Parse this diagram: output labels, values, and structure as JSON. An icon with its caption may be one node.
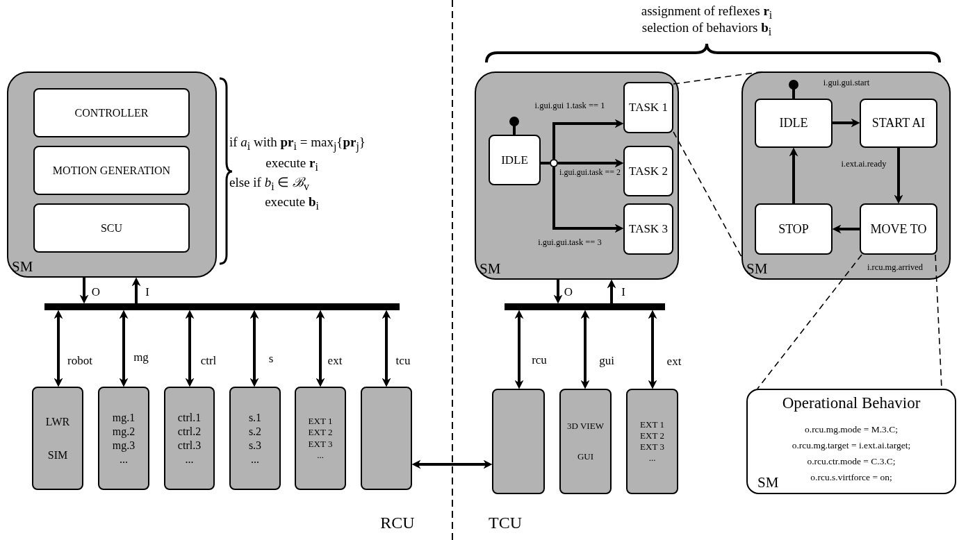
{
  "diagram": {
    "nodes": [
      {
        "text": [
          "SM"
        ]
      },
      {
        "text": [
          "CONTROLLER"
        ],
        "in": 0
      },
      {
        "text": [
          "MOTION GENERATION"
        ],
        "in": 0
      },
      {
        "text": [
          "SCU"
        ],
        "in": 0
      },
      {
        "text": [],
        "shape": "bar"
      },
      {
        "text": [
          "LWR",
          "SIM"
        ]
      },
      {
        "text": [
          "mg.1",
          "mg.2",
          "mg.3",
          "..."
        ]
      },
      {
        "text": [
          "ctrl.1",
          "ctrl.2",
          "ctrl.3",
          "..."
        ]
      },
      {
        "text": [
          "s.1",
          "s.2",
          "s.3",
          "..."
        ]
      },
      {
        "text": [
          "EXT 1",
          "EXT 2",
          "EXT 3",
          "..."
        ]
      },
      {
        "text": [],
        "shape": "box"
      },
      {
        "text": [
          "SM"
        ]
      },
      {
        "text": [
          "IDLE"
        ],
        "in": 11
      },
      {
        "text": [],
        "shape": "circle",
        "in": 11
      },
      {
        "text": [
          "TASK 1"
        ],
        "in": 11
      },
      {
        "text": [
          "TASK 2"
        ],
        "in": 11
      },
      {
        "text": [
          "TASK 3"
        ],
        "in": 11
      },
      {
        "text": [
          "SM"
        ]
      },
      {
        "text": [
          "IDLE"
        ],
        "in": 17
      },
      {
        "text": [
          "START AI"
        ],
        "in": 17
      },
      {
        "text": [
          "STOP"
        ],
        "in": 17
      },
      {
        "text": [
          "MOVE TO"
        ],
        "in": 17
      },
      {
        "text": [],
        "shape": "bar"
      },
      {
        "text": [],
        "shape": "box"
      },
      {
        "text": [
          "3D VIEW",
          "GUI"
        ]
      },
      {
        "text": [
          "EXT 1",
          "EXT 2",
          "EXT 3",
          "..."
        ]
      },
      {
        "text": [
          "Operational Behavior",
          "o.rcu.mg.mode = M.3.C;",
          "o.rcu.mg.target = i.ext.ai.target;",
          "o.rcu.ctr.mode = C.3.C;",
          "o.rcu.s.virtforce = on;",
          "SM"
        ]
      }
    ],
    "edges": [
      {
        "from": 0,
        "to": 4,
        "arrow": "to",
        "label": "O"
      },
      {
        "from": 4,
        "to": 0,
        "arrow": "to",
        "label": "I"
      },
      {
        "from": 4,
        "to": 5,
        "arrow": "both",
        "label": "robot"
      },
      {
        "from": 4,
        "to": 6,
        "arrow": "both",
        "label": "mg"
      },
      {
        "from": 4,
        "to": 7,
        "arrow": "both",
        "label": "ctrl"
      },
      {
        "from": 4,
        "to": 8,
        "arrow": "both",
        "label": "s"
      },
      {
        "from": 4,
        "to": 9,
        "arrow": "both",
        "label": "ext"
      },
      {
        "from": 4,
        "to": 10,
        "arrow": "both",
        "label": "tcu"
      },
      {
        "from": 10,
        "to": 23,
        "arrow": "both"
      },
      {
        "from": 11,
        "to": 22,
        "arrow": "to",
        "label": "O"
      },
      {
        "from": 22,
        "to": 11,
        "arrow": "to",
        "label": "I"
      },
      {
        "from": 22,
        "to": 23,
        "arrow": "both",
        "label": "rcu"
      },
      {
        "from": 22,
        "to": 24,
        "arrow": "both",
        "label": "gui"
      },
      {
        "from": 22,
        "to": 25,
        "arrow": "both",
        "label": "ext"
      },
      {
        "from": 12,
        "to": 13,
        "arrow": "none"
      },
      {
        "from": 13,
        "to": 14,
        "arrow": "to",
        "label": "i.gui.gui 1.task == 1"
      },
      {
        "from": 13,
        "to": 15,
        "arrow": "to",
        "label": "i.gui.gui.task == 2"
      },
      {
        "from": 13,
        "to": 16,
        "arrow": "to",
        "label": "i.gui.gui.task == 3"
      },
      {
        "from": 18,
        "to": 19,
        "arrow": "to"
      },
      {
        "from": 19,
        "to": 21,
        "arrow": "to",
        "label": "i.ext.ai.ready"
      },
      {
        "from": 21,
        "to": 20,
        "arrow": "to"
      },
      {
        "from": 20,
        "to": 18,
        "arrow": "to"
      },
      {
        "from": 14,
        "to": 17,
        "arrow": "none",
        "style": "dashed"
      },
      {
        "from": 14,
        "to": 17,
        "arrow": "none",
        "style": "dashed"
      },
      {
        "from": 21,
        "to": 26,
        "arrow": "none",
        "style": "dashed"
      },
      {
        "from": 21,
        "to": 26,
        "arrow": "none",
        "style": "dashed"
      }
    ],
    "labels": [
      "if *a*$_{i}$ with **pr**$_{i}$ = max$_{j}${**pr**$_{j}$}",
      "execute **r**$_{i}$",
      "else if *b*$_{i}$ ∈ *ℬ*$_{v}$",
      "execute **b**$_{i}$",
      "assignment of reflexes **r**$_{i}$",
      "selection of behaviors **b**$_{i}$",
      "i.gui.gui.start",
      "i.rcu.mg.arrived",
      "RCU",
      "TCU"
    ]
  }
}
